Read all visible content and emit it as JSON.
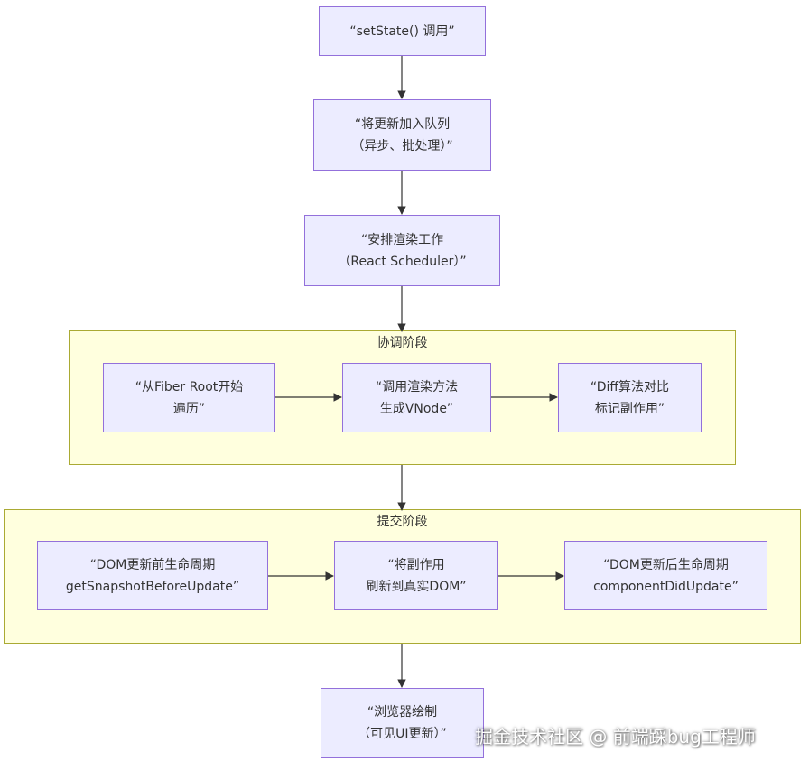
{
  "nodes": {
    "n1": [
      "“setState() 调用”"
    ],
    "n2": [
      "“将更新加入队列",
      "（异步、批处理）”"
    ],
    "n3": [
      "“安排渲染工作",
      "（React Scheduler）”"
    ],
    "n4": [
      "“从Fiber Root开始",
      "遍历”"
    ],
    "n5": [
      "“调用渲染方法",
      "生成VNode”"
    ],
    "n6": [
      "“Diff算法对比",
      "标记副作用”"
    ],
    "n7": [
      "“DOM更新前生命周期",
      "getSnapshotBeforeUpdate”"
    ],
    "n8": [
      "“将副作用",
      "刷新到真实DOM”"
    ],
    "n9": [
      "“DOM更新后生命周期",
      "componentDidUpdate”"
    ],
    "n10": [
      "“浏览器绘制",
      "（可见UI更新）”"
    ]
  },
  "clusters": {
    "reconcile": "协调阶段",
    "commit": "提交阶段"
  },
  "watermark": "掘金技术社区 @ 前端踩bug工程师",
  "colors": {
    "node_fill": "#ECECFF",
    "node_border": "#9370DB",
    "cluster_fill": "#ffffde",
    "cluster_border": "#aaaa33",
    "edge": "#333333"
  }
}
